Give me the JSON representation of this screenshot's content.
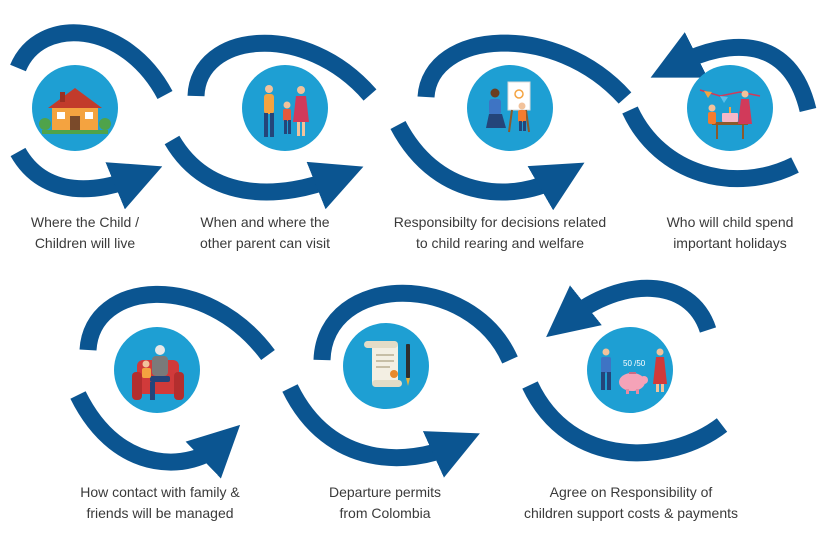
{
  "colors": {
    "arrow": "#0B5591",
    "circle": "#1E9FD3",
    "text": "#3A3A3A"
  },
  "steps": [
    {
      "line1": "Where the Child /",
      "line2": "Children will live",
      "icon": "house-icon"
    },
    {
      "line1": "When and where the",
      "line2": "other parent can visit",
      "icon": "family-visit-icon"
    },
    {
      "line1": "Responsibilty for decisions related",
      "line2": "to child rearing and welfare",
      "icon": "parent-teaching-child-icon"
    },
    {
      "line1": "Who will child spend",
      "line2": "important  holidays",
      "icon": "birthday-party-icon"
    },
    {
      "line1": "How contact with family &",
      "line2": "friends will be managed",
      "icon": "grandparent-armchair-icon"
    },
    {
      "line1": "Departure permits",
      "line2": "from Colombia",
      "icon": "document-pen-icon"
    },
    {
      "line1": "Agree on Responsibility of",
      "line2": "children support costs & payments",
      "icon": "piggy-bank-icon",
      "badge": "50 /50"
    }
  ]
}
